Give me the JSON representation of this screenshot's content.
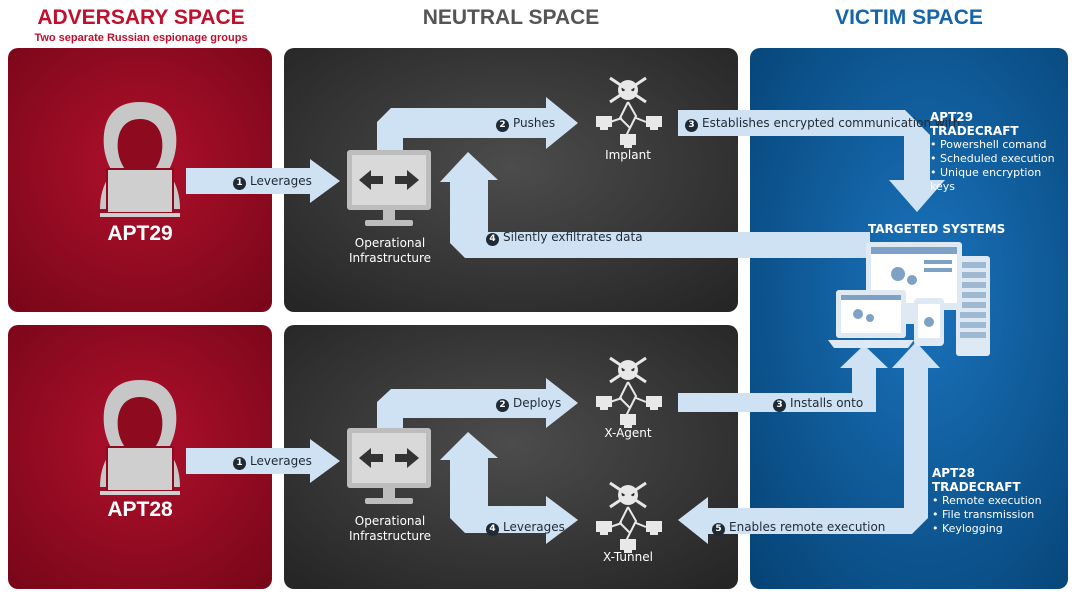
{
  "headers": {
    "adversary": "ADVERSARY SPACE",
    "adversary_sub": "Two separate Russian espionage groups",
    "neutral": "NEUTRAL SPACE",
    "victim": "VICTIM SPACE"
  },
  "colors": {
    "adversary": "#9b0a22",
    "neutral": "#3a3a3a",
    "victim": "#0a5a9c",
    "arrow": "#cfe2f3",
    "header_red": "#c0102e",
    "header_gray": "#555555",
    "header_blue": "#1565a8"
  },
  "apt29": {
    "name": "APT29",
    "leverages": "Leverages",
    "infrastructure": [
      "Operational",
      "Infrastructure"
    ],
    "pushes": "Pushes",
    "implant": "Implant",
    "establishes": "Establishes encrypted communication with",
    "exfiltrates": "Silently exfiltrates data",
    "tradecraft_title": "APT29 TRADECRAFT",
    "tradecraft": [
      "Powershell comand",
      "Scheduled execution",
      "Unique encryption keys"
    ],
    "steps": [
      "1",
      "2",
      "3",
      "4"
    ]
  },
  "targeted": "TARGETED SYSTEMS",
  "apt28": {
    "name": "APT28",
    "leverages": "Leverages",
    "infrastructure": [
      "Operational",
      "Infrastructure"
    ],
    "deploys": "Deploys",
    "xagent": "X-Agent",
    "installs": "Installs onto",
    "leverages2": "Leverages",
    "xtunnel": "X-Tunnel",
    "enables": "Enables remote execution",
    "tradecraft_title": "APT28 TRADECRAFT",
    "tradecraft": [
      "Remote execution",
      "File transmission",
      "Keylogging"
    ],
    "steps": [
      "1",
      "2",
      "3",
      "4",
      "5"
    ]
  },
  "icons": [
    "hacker-icon",
    "infrastructure-icon",
    "skull-network-icon",
    "devices-icon"
  ]
}
